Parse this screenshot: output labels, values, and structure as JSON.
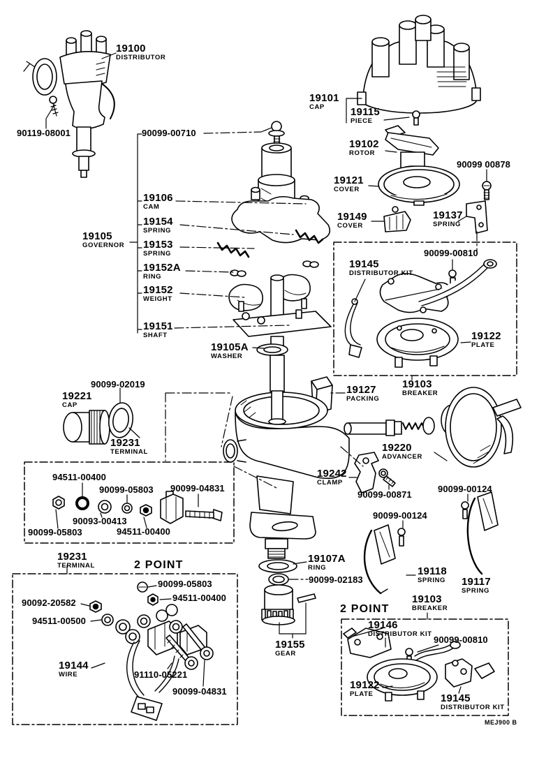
{
  "figure": {
    "code": "MEJ900 B"
  },
  "labels": {
    "p19100": {
      "num": "19100",
      "name": "DISTRIBUTOR"
    },
    "p90119_08001": {
      "num": "90119-08001"
    },
    "p19101": {
      "num": "19101",
      "name": "CAP"
    },
    "p19115": {
      "num": "19115",
      "name": "PIECE"
    },
    "p19102": {
      "num": "19102",
      "name": "ROTOR"
    },
    "p90099_00878": {
      "num": "90099 00878"
    },
    "p19121": {
      "num": "19121",
      "name": "COVER"
    },
    "p90099_00710": {
      "num": "90099-00710"
    },
    "p19106": {
      "num": "19106",
      "name": "CAM"
    },
    "p19154": {
      "num": "19154",
      "name": "SPRING"
    },
    "p19105": {
      "num": "19105",
      "name": "GOVERNOR"
    },
    "p19153": {
      "num": "19153",
      "name": "SPRING"
    },
    "p19152A": {
      "num": "19152A",
      "name": "RING"
    },
    "p19152": {
      "num": "19152",
      "name": "WEIGHT"
    },
    "p19151": {
      "num": "19151",
      "name": "SHAFT"
    },
    "p19105A": {
      "num": "19105A",
      "name": "WASHER"
    },
    "p19149": {
      "num": "19149",
      "name": "COVER"
    },
    "p19137": {
      "num": "19137",
      "name": "SPRING"
    },
    "p90099_00810_a": {
      "num": "90099-00810"
    },
    "p19145_a": {
      "num": "19145",
      "name": "DISTRIBUTOR KIT"
    },
    "p19122_a": {
      "num": "19122",
      "name": "PLATE"
    },
    "p19103_a": {
      "num": "19103",
      "name": "BREAKER"
    },
    "p19127": {
      "num": "19127",
      "name": "PACKING"
    },
    "p90099_02019": {
      "num": "90099-02019"
    },
    "p19221": {
      "num": "19221",
      "name": "CAP"
    },
    "p19231_a": {
      "num": "19231",
      "name": "TERMINAL"
    },
    "p94511_00400_a": {
      "num": "94511-00400"
    },
    "p90099_05803_a": {
      "num": "90099-05803"
    },
    "p90099_04831_a": {
      "num": "90099-04831"
    },
    "p90093_00413": {
      "num": "90093-00413"
    },
    "p90099_05803_b": {
      "num": "90099-05803"
    },
    "p94511_00400_b": {
      "num": "94511-00400"
    },
    "p19220": {
      "num": "19220",
      "name": "ADVANCER"
    },
    "p19242": {
      "num": "19242",
      "name": "CLAMP"
    },
    "p90099_00871": {
      "num": "90099-00871"
    },
    "p90099_00124_a": {
      "num": "90099-00124"
    },
    "p90099_00124_b": {
      "num": "90099-00124"
    },
    "p19118": {
      "num": "19118",
      "name": "SPRING"
    },
    "p19117": {
      "num": "19117",
      "name": "SPRING"
    },
    "p19107A": {
      "num": "19107A",
      "name": "RING"
    },
    "p90099_02183": {
      "num": "90099-02183"
    },
    "p19155": {
      "num": "19155",
      "name": "GEAR"
    },
    "p19231_b": {
      "num": "19231",
      "name": "TERMINAL"
    },
    "p2point_left": {
      "num": "2 POINT"
    },
    "p90099_05803_c": {
      "num": "90099-05803"
    },
    "p94511_00400_c": {
      "num": "94511-00400"
    },
    "p90092_20582": {
      "num": "90092-20582"
    },
    "p94511_00500": {
      "num": "94511-00500"
    },
    "p19144": {
      "num": "19144",
      "name": "WIRE"
    },
    "p91110_05221": {
      "num": "91110-05221"
    },
    "p90099_04831_b": {
      "num": "90099-04831"
    },
    "p2point_right": {
      "num": "2 POINT"
    },
    "p19103_b": {
      "num": "19103",
      "name": "BREAKER"
    },
    "p19146": {
      "num": "19146",
      "name": "DISTRIBUTOR KIT"
    },
    "p90099_00810_b": {
      "num": "90099-00810"
    },
    "p19122_b": {
      "num": "19122",
      "name": "PLATE"
    },
    "p19145_b": {
      "num": "19145",
      "name": "DISTRIBUTOR KIT"
    }
  }
}
